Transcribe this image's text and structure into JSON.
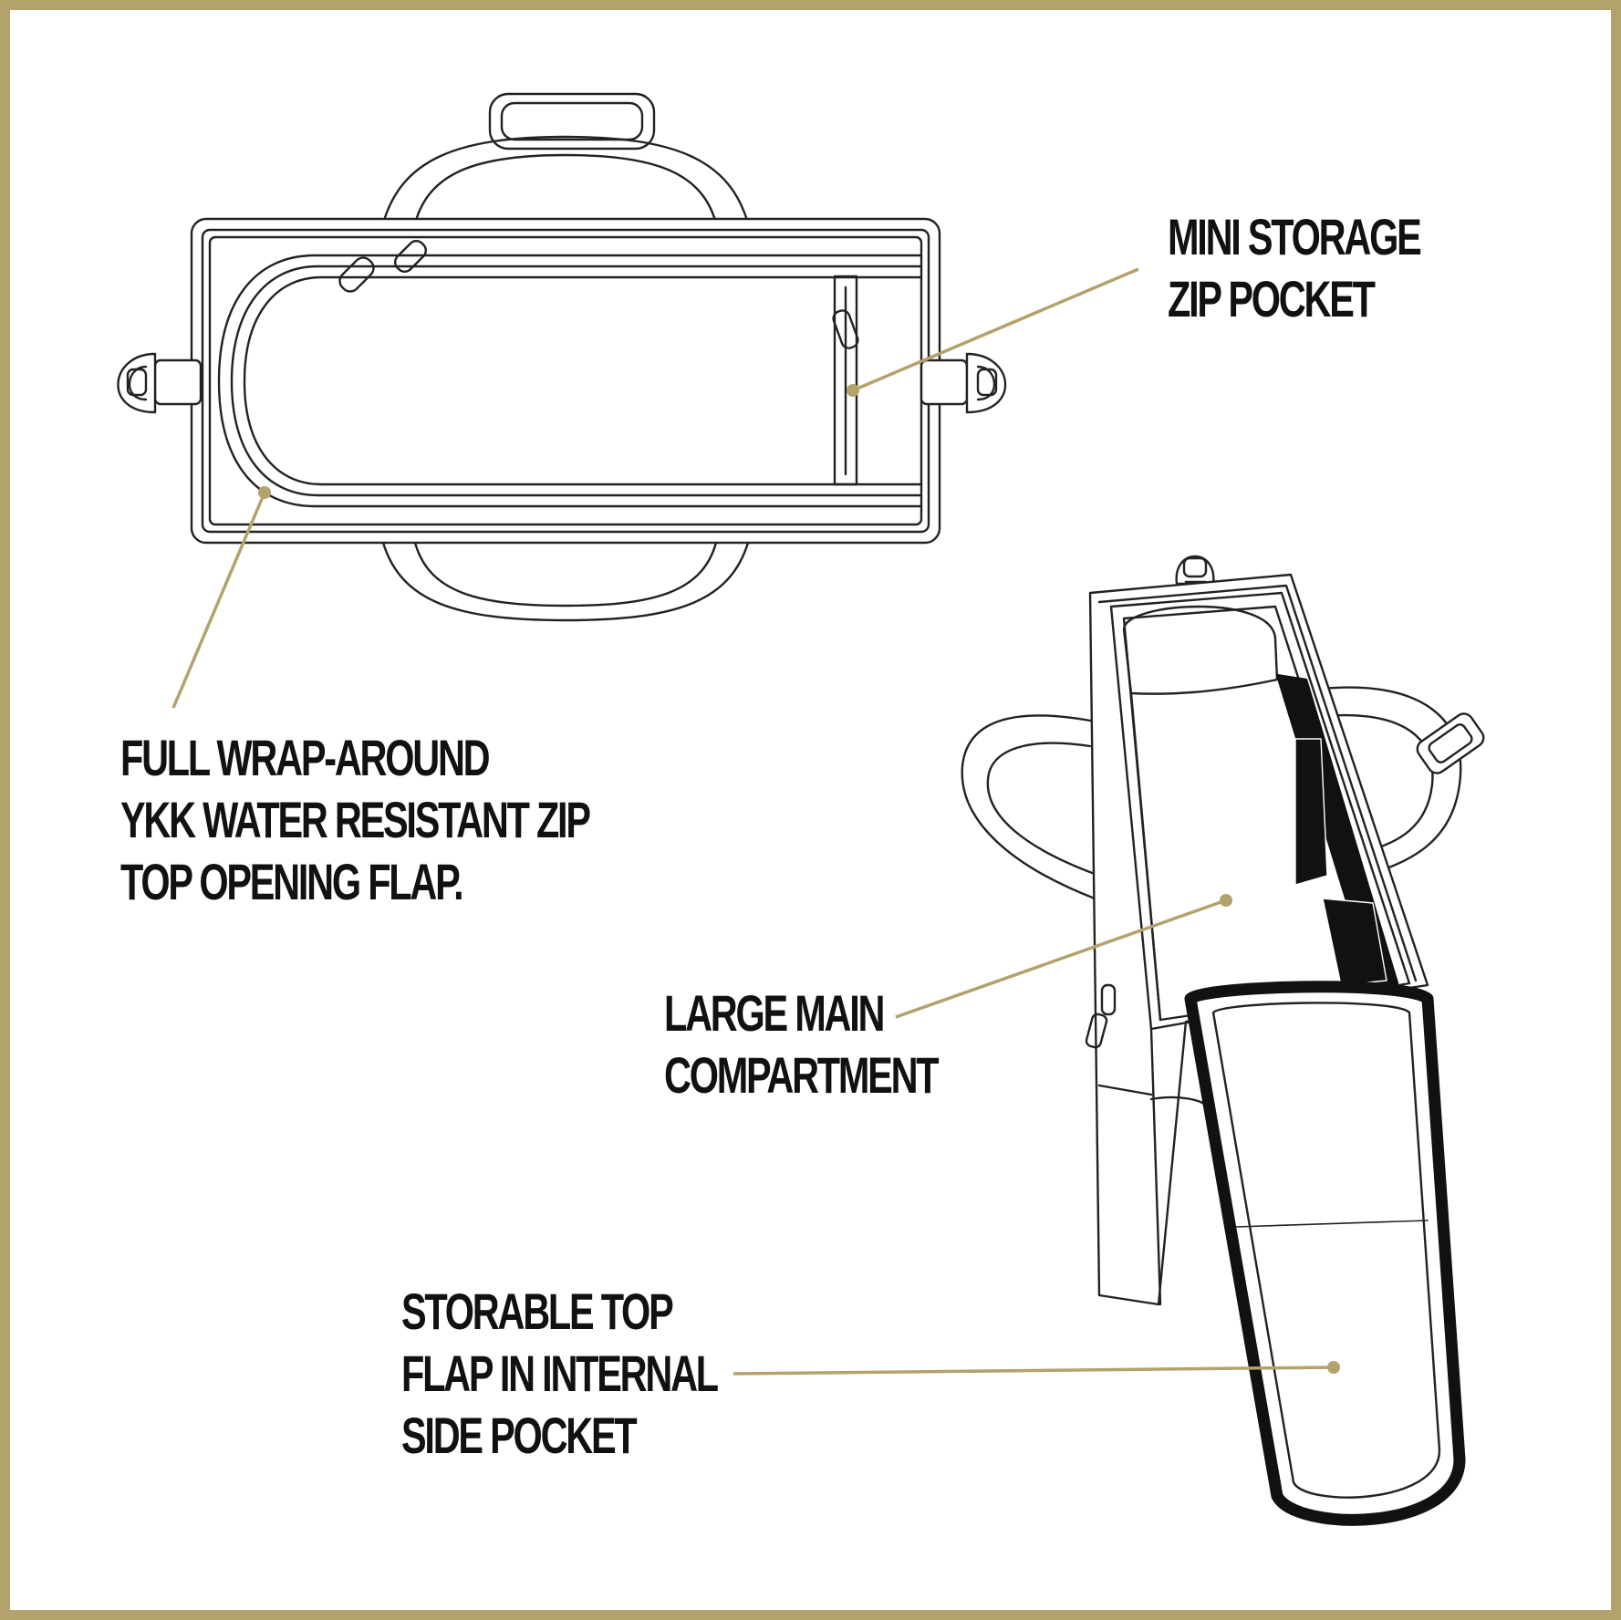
{
  "frame": {
    "color": "#b3a26b"
  },
  "colors": {
    "leader_line": "#b3a26b",
    "outline": "#222222",
    "dark_panel": "#111111"
  },
  "callouts": {
    "mini_storage": {
      "lines": [
        "MINI STORAGE",
        "ZIP POCKET"
      ]
    },
    "wrap_around": {
      "lines": [
        "FULL WRAP-AROUND",
        "YKK WATER RESISTANT ZIP",
        "TOP OPENING FLAP."
      ]
    },
    "main_compartment": {
      "lines": [
        "LARGE MAIN",
        "COMPARTMENT"
      ]
    },
    "storable_flap": {
      "lines": [
        "STORABLE TOP",
        "FLAP IN INTERNAL",
        "SIDE POCKET"
      ]
    }
  }
}
